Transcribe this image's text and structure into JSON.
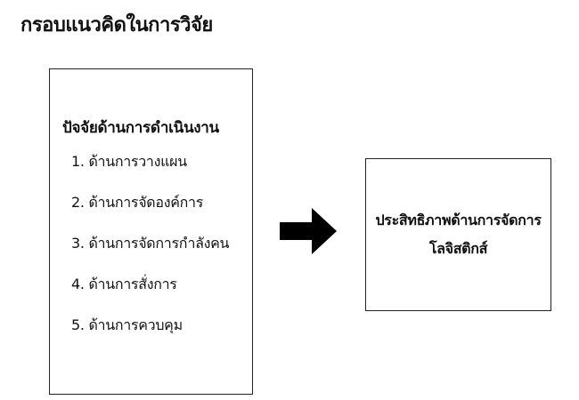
{
  "title": "กรอบแนวคิดในการวิจัย",
  "left_box": {
    "heading": "ปัจจัยด้านการดำเนินงาน",
    "items": [
      "1.  ด้านการวางแผน",
      "2.  ด้านการจัดองค์การ",
      "3.  ด้านการจัดการกำลังคน",
      "4.  ด้านการสั่งการ",
      "5.  ด้านการควบคุม"
    ]
  },
  "arrow_icon": "right-arrow",
  "right_box": {
    "line1": "ประสิทธิภาพด้านการจัดการ",
    "line2": "โลจิสติกส์"
  }
}
